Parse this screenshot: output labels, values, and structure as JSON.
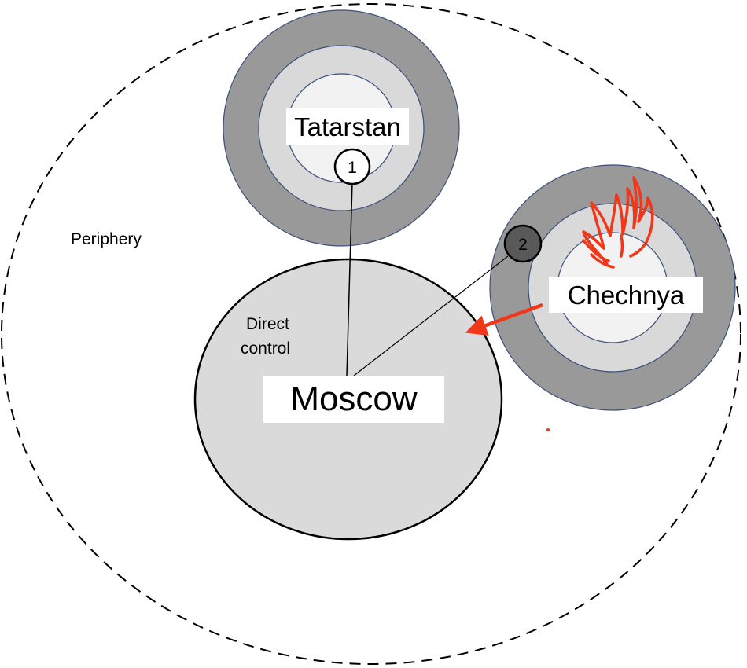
{
  "labels": {
    "periphery": "Periphery",
    "direct_control_line1": "Direct",
    "direct_control_line2": "control",
    "center": "Moscow",
    "region_a": "Tatarstan",
    "region_b": "Chechnya",
    "marker_a": "1",
    "marker_b": "2"
  },
  "colors": {
    "outer_ring": "#999999",
    "middle_ring": "#d9d9d9",
    "inner_core": "#f2f2f2",
    "center_fill": "#dadada",
    "ring_stroke": "#3a4f7a",
    "flame": "#f0371a",
    "arrow": "#f0371a",
    "marker_b_fill": "#595959"
  }
}
